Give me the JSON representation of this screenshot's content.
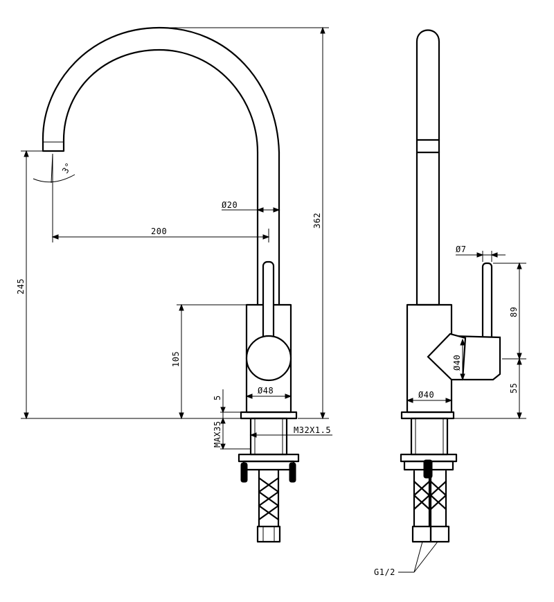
{
  "drawing": {
    "front_view": {
      "spout_angle": "3°",
      "spout_pipe_diameter": "Ø20",
      "spout_reach": "200",
      "total_height": "362",
      "spout_outlet_height": "245",
      "body_height": "105",
      "body_diameter": "Ø48",
      "base_ring_thickness": "5",
      "max_deck_thickness": "MAX35",
      "thread_spec": "M32X1.5"
    },
    "side_view": {
      "lever_diameter": "Ø7",
      "lever_height": "89",
      "cartridge_diameter": "Ø40",
      "body_diameter": "Ø40",
      "lever_base_height": "55",
      "connection_spec": "G1/2"
    }
  }
}
